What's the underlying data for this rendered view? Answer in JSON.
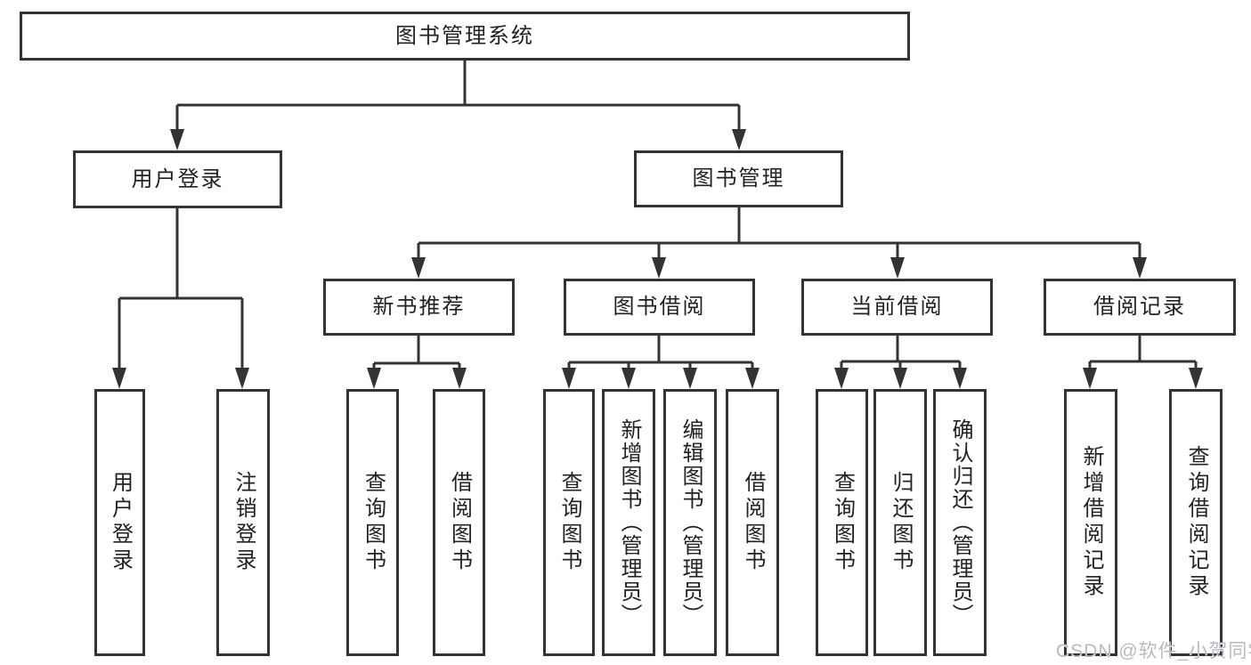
{
  "diagram": {
    "title": "图书管理系统",
    "root": {
      "label": "图书管理系统"
    },
    "level2": [
      {
        "label": "用户登录"
      },
      {
        "label": "图书管理"
      }
    ],
    "level3": [
      {
        "label": "新书推荐"
      },
      {
        "label": "图书借阅"
      },
      {
        "label": "当前借阅"
      },
      {
        "label": "借阅记录"
      }
    ],
    "leaves": {
      "user_login": [
        {
          "label": "用户登录"
        },
        {
          "label": "注销登录"
        }
      ],
      "new_book": [
        {
          "label": "查询图书"
        },
        {
          "label": "借阅图书"
        }
      ],
      "book_borrow": [
        {
          "label": "查询图书"
        },
        {
          "label": "新增图书（管理员）"
        },
        {
          "label": "编辑图书（管理员）"
        },
        {
          "label": "借阅图书"
        }
      ],
      "current_borrow": [
        {
          "label": "查询图书"
        },
        {
          "label": "归还图书"
        },
        {
          "label": "确认归还（管理员）"
        }
      ],
      "borrow_record": [
        {
          "label": "新增借阅记录"
        },
        {
          "label": "查询借阅记录"
        }
      ]
    }
  },
  "watermark": {
    "text": "CSDN @软件_小贺同学"
  },
  "colors": {
    "line": "#333333",
    "box_border": "#333333",
    "box_fill": "#ffffff",
    "text": "#222222",
    "watermark": "#b7bbbf",
    "background": "#ffffff"
  }
}
